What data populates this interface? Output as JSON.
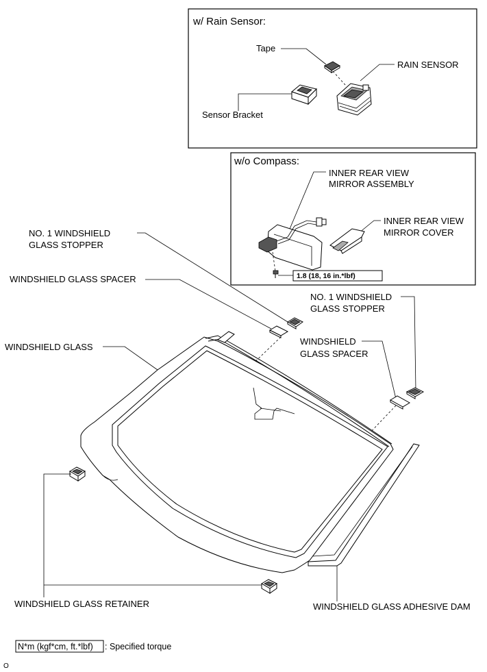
{
  "rain_sensor_box": {
    "title": "w/ Rain Sensor:",
    "tape_label": "Tape",
    "rain_sensor_label": "RAIN SENSOR",
    "sensor_bracket_label": "Sensor Bracket"
  },
  "compass_box": {
    "title": "w/o Compass:",
    "mirror_assembly_line1": "INNER REAR VIEW",
    "mirror_assembly_line2": "MIRROR ASSEMBLY",
    "mirror_cover_line1": "INNER REAR VIEW",
    "mirror_cover_line2": "MIRROR COVER",
    "torque_value": "1.8 (18, 16 in.*lbf)"
  },
  "labels": {
    "stopper_left_line1": "NO. 1 WINDSHIELD",
    "stopper_left_line2": "GLASS STOPPER",
    "spacer_left": "WINDSHIELD GLASS SPACER",
    "stopper_right_line1": "NO. 1 WINDSHIELD",
    "stopper_right_line2": "GLASS STOPPER",
    "spacer_right_line1": "WINDSHIELD",
    "spacer_right_line2": "GLASS SPACER",
    "windshield_glass": "WINDSHIELD GLASS",
    "glass_retainer": "WINDSHIELD GLASS RETAINER",
    "adhesive_dam": "WINDSHIELD GLASS ADHESIVE DAM"
  },
  "legend": {
    "box_text": "N*m (kgf*cm, ft.*lbf)",
    "description": ": Specified torque"
  },
  "footer_mark": "O"
}
